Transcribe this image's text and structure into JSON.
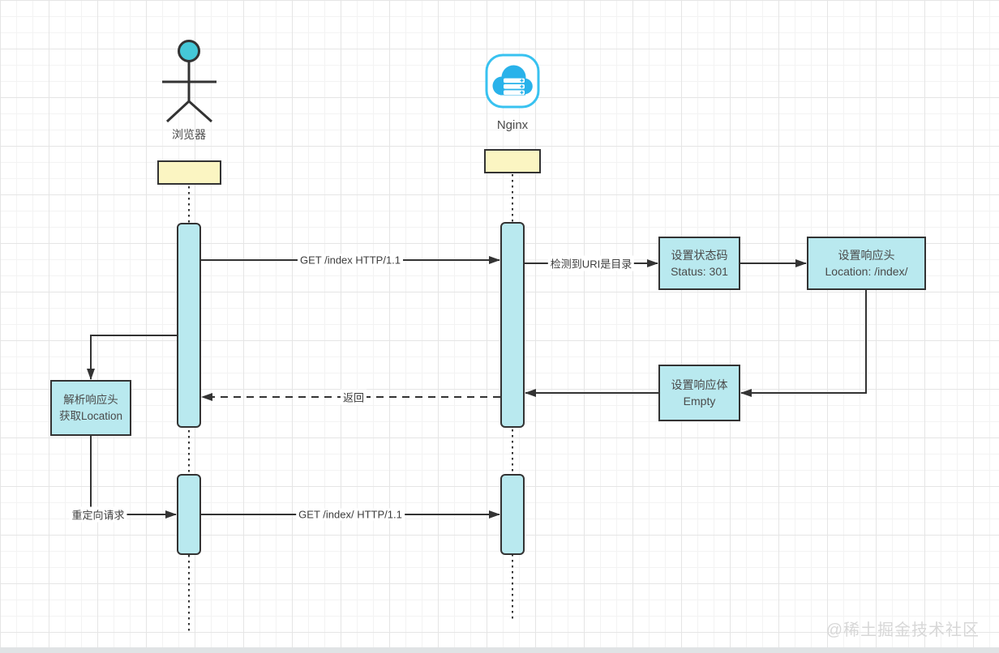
{
  "diagram_type": "sequence-diagram",
  "participants": {
    "browser": {
      "label": "浏览器"
    },
    "nginx": {
      "label": "Nginx"
    }
  },
  "messages": {
    "get_index": {
      "label": "GET /index HTTP/1.1",
      "style": "solid",
      "from": "browser",
      "to": "nginx"
    },
    "detect_uri": {
      "label": "检测到URI是目录",
      "style": "solid",
      "from": "nginx",
      "to": "set_status"
    },
    "return": {
      "label": "返回",
      "style": "dashed",
      "from": "nginx",
      "to": "browser"
    },
    "redirect_request": {
      "label": "重定向请求",
      "style": "solid",
      "from": "parse_response_header",
      "to": "browser"
    },
    "get_index_slash": {
      "label": "GET /index/ HTTP/1.1",
      "style": "solid",
      "from": "browser",
      "to": "nginx"
    }
  },
  "process_boxes": {
    "set_status": {
      "line1": "设置状态码",
      "line2": "Status: 301"
    },
    "set_response_header": {
      "line1": "设置响应头",
      "line2": "Location: /index/"
    },
    "set_response_body": {
      "line1": "设置响应体",
      "line2": "Empty"
    },
    "parse_response_header": {
      "line1": "解析响应头",
      "line2": "获取Location"
    }
  },
  "watermark": {
    "text": "@稀土掘金技术社区"
  },
  "colors": {
    "actor_head_fill": "#45c8d8",
    "shape_fill_cyan": "#b9e9ef",
    "shape_fill_yellow": "#fbf5c2",
    "nginx_icon_blue": "#29b2ea",
    "nginx_icon_outline": "#38c2f0",
    "line_stroke": "#333333",
    "watermark_gray": "#d7d7d7"
  }
}
